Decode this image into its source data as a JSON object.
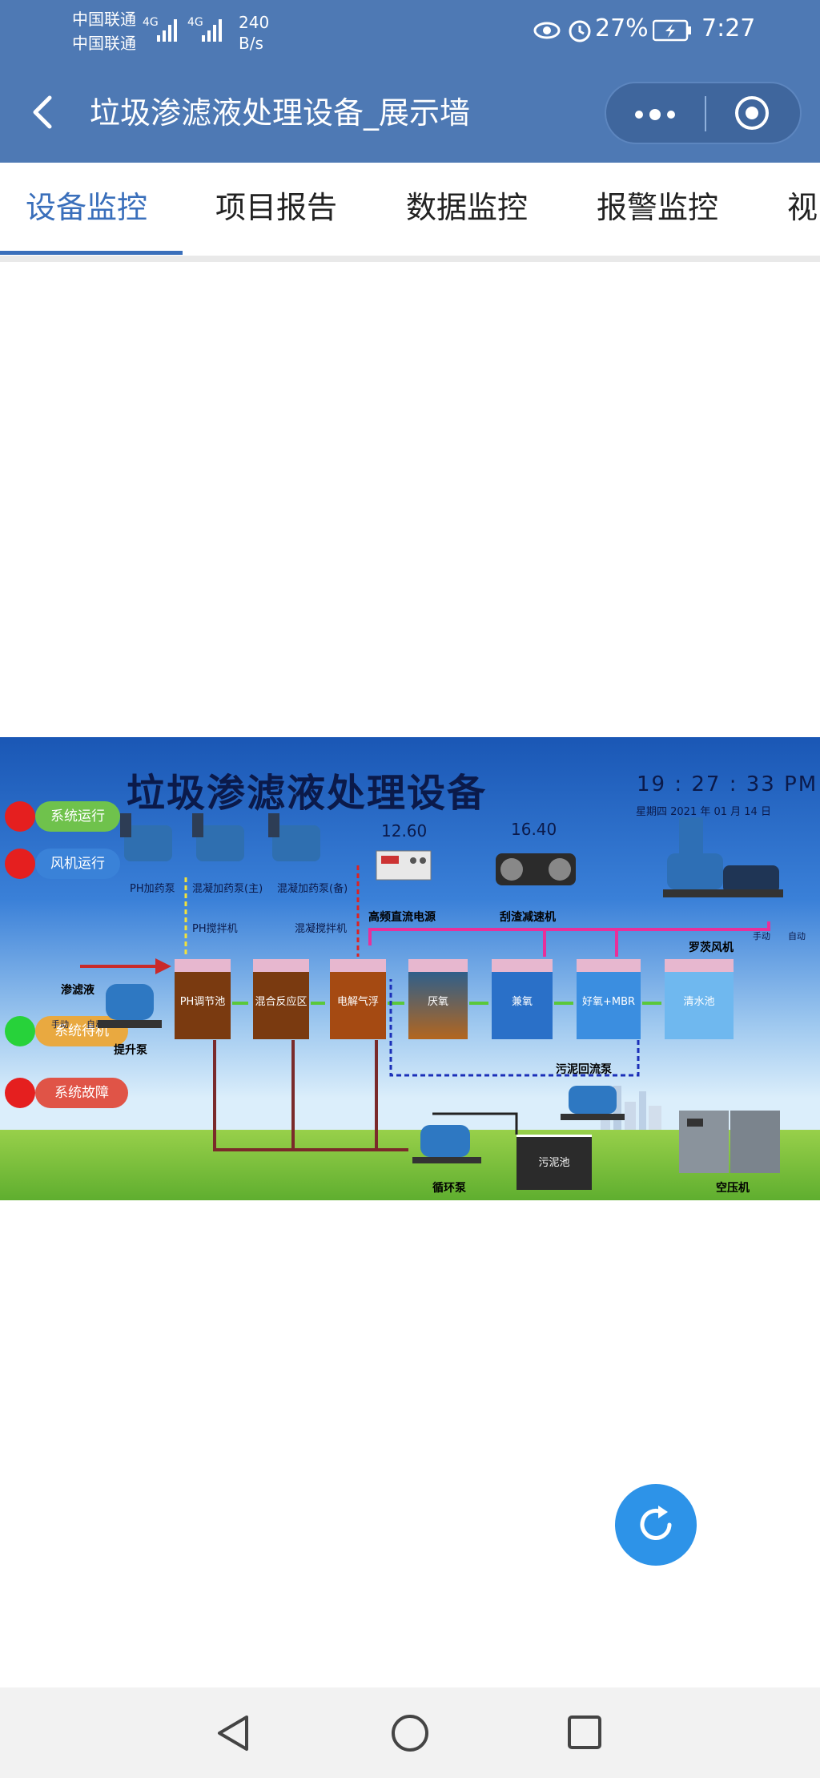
{
  "status_bar": {
    "operator_1": "中国联通",
    "operator_2": "中国联通",
    "network_1": "4G",
    "network_2": "4G",
    "speed_value": "240",
    "speed_unit": "B/s",
    "battery": "27%",
    "time": "7:27"
  },
  "app_bar": {
    "title": "垃圾渗滤液处理设备_展示墙",
    "more_icon": "more-dots-icon",
    "close_icon": "target-circle-icon"
  },
  "tabs": [
    {
      "label": "设备监控",
      "active": true
    },
    {
      "label": "项目报告",
      "active": false
    },
    {
      "label": "数据监控",
      "active": false
    },
    {
      "label": "报警监控",
      "active": false
    },
    {
      "label": "视",
      "active": false
    }
  ],
  "dashboard": {
    "title": "垃圾渗滤液处理设备",
    "clock": "19 : 27 : 33 PM",
    "date": "星期四    2021 年 01 月 14 日",
    "status_items": [
      {
        "label": "系统运行",
        "led_color": "#e51f1f",
        "pill_color": "#6fc24c"
      },
      {
        "label": "风机运行",
        "led_color": "#e51f1f",
        "pill_color": "#3a82d8"
      },
      {
        "label": "系统待机",
        "led_color": "#27d23a",
        "pill_color": "#e9a940"
      },
      {
        "label": "系统故障",
        "led_color": "#e51f1f",
        "pill_color": "#e05447"
      }
    ],
    "equipment_labels": {
      "ph_dosing_pump": "PH加药泵",
      "coag_pump_main": "混凝加药泵(主)",
      "coag_pump_backup": "混凝加药泵(备)",
      "ph_mixer": "PH搅拌机",
      "coag_mixer": "混凝搅拌机",
      "hf_dc_power": "高频直流电源",
      "scraper_reducer": "刮渣减速机",
      "roots_blower": "罗茨风机",
      "manual_r": "手动",
      "auto_r": "自动",
      "leachate": "渗滤液",
      "manual_l": "手动",
      "auto_l": "自动",
      "lift_pump": "提升泵",
      "sludge_return_pump": "污泥回流泵",
      "circulation_pump": "循环泵",
      "sludge_tank": "污泥池",
      "air_compressor": "空压机"
    },
    "readings": {
      "power_value": "12.60",
      "reducer_value": "16.40"
    },
    "tanks": [
      {
        "label": "PH调节池",
        "color": "#7a3a10"
      },
      {
        "label": "混合反应区",
        "color": "#7a3a10"
      },
      {
        "label": "电解气浮",
        "color": "#a54a12"
      },
      {
        "label": "厌氧",
        "color": "#2f5f8a"
      },
      {
        "label": "兼氧",
        "color": "#2a70c8"
      },
      {
        "label": "好氧+MBR",
        "color": "#3b8ee0"
      },
      {
        "label": "清水池",
        "color": "#6fb8ef"
      }
    ]
  },
  "fab": {
    "icon": "refresh-icon"
  },
  "nav_bar": {
    "back": "triangle-back-icon",
    "home": "circle-home-icon",
    "recents": "square-recents-icon"
  }
}
